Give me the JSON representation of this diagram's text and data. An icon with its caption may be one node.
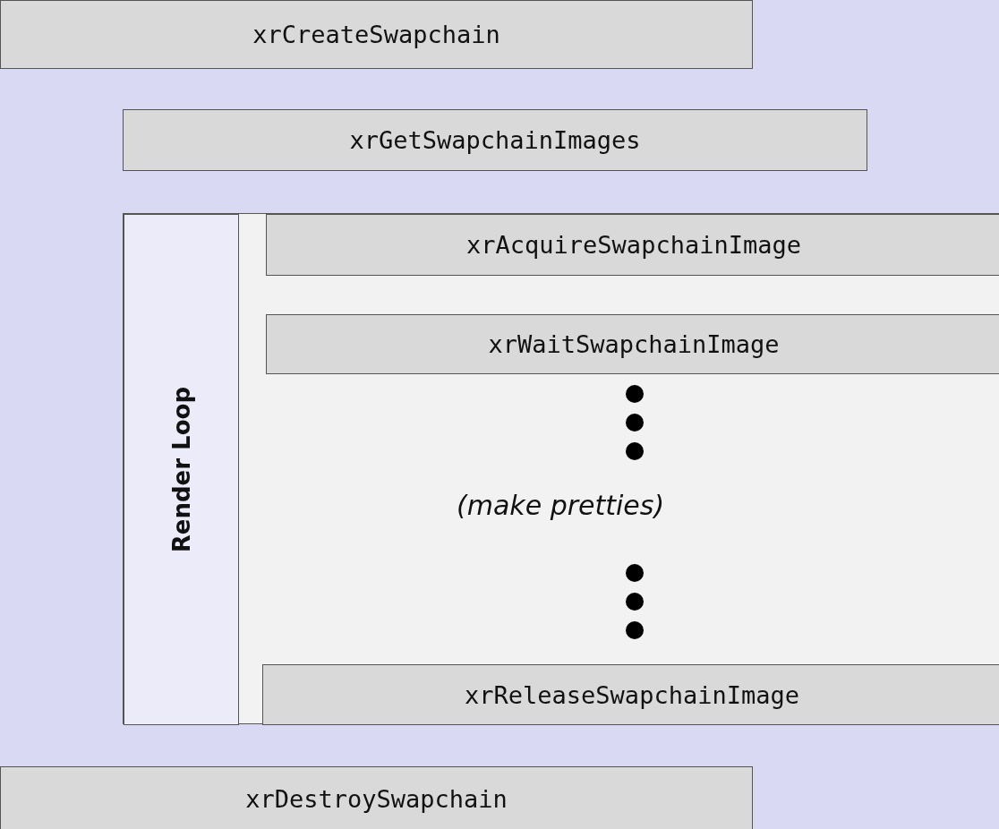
{
  "diagram": {
    "nodes": [
      {
        "text": [],
        "shape": "box"
      },
      {
        "text": [
          "xrCreateSwapchain"
        ],
        "in": 0
      },
      {
        "text": [
          "xrGetSwapchainImages"
        ],
        "in": 0
      },
      {
        "text": [],
        "shape": "box",
        "in": 0
      },
      {
        "text": [
          "Render Loop"
        ],
        "in": 3
      },
      {
        "text": [
          "xrAcquireSwapchainImage"
        ],
        "in": 3
      },
      {
        "text": [
          "xrWaitSwapchainImage"
        ],
        "in": 3
      },
      {
        "text": [
          "xrReleaseSwapchainImage"
        ],
        "in": 3
      },
      {
        "text": [
          "xrDestroySwapchain"
        ],
        "in": 0
      }
    ],
    "edges": [],
    "labels": [
      "(make pretties)"
    ]
  }
}
